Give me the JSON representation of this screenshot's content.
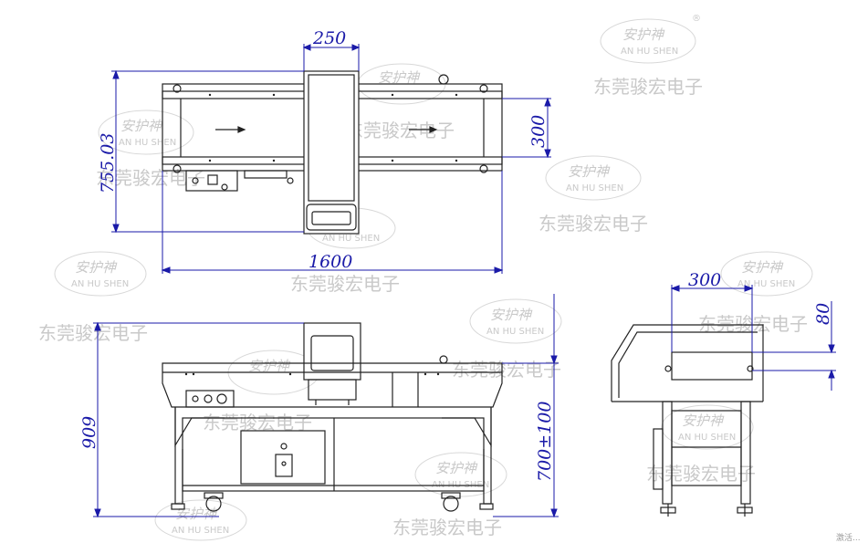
{
  "dimensions": {
    "top_width": "250",
    "top_length": "1600",
    "top_height": "755.03",
    "top_belt": "300",
    "front_height": "909",
    "front_belt_height": "700±100",
    "side_belt": "300",
    "side_gap": "80"
  },
  "watermark": {
    "brand": "安护神",
    "brand_en": "AN HU SHEN",
    "registered": "®",
    "company": "东莞骏宏电子"
  },
  "corner_text": "激活..."
}
